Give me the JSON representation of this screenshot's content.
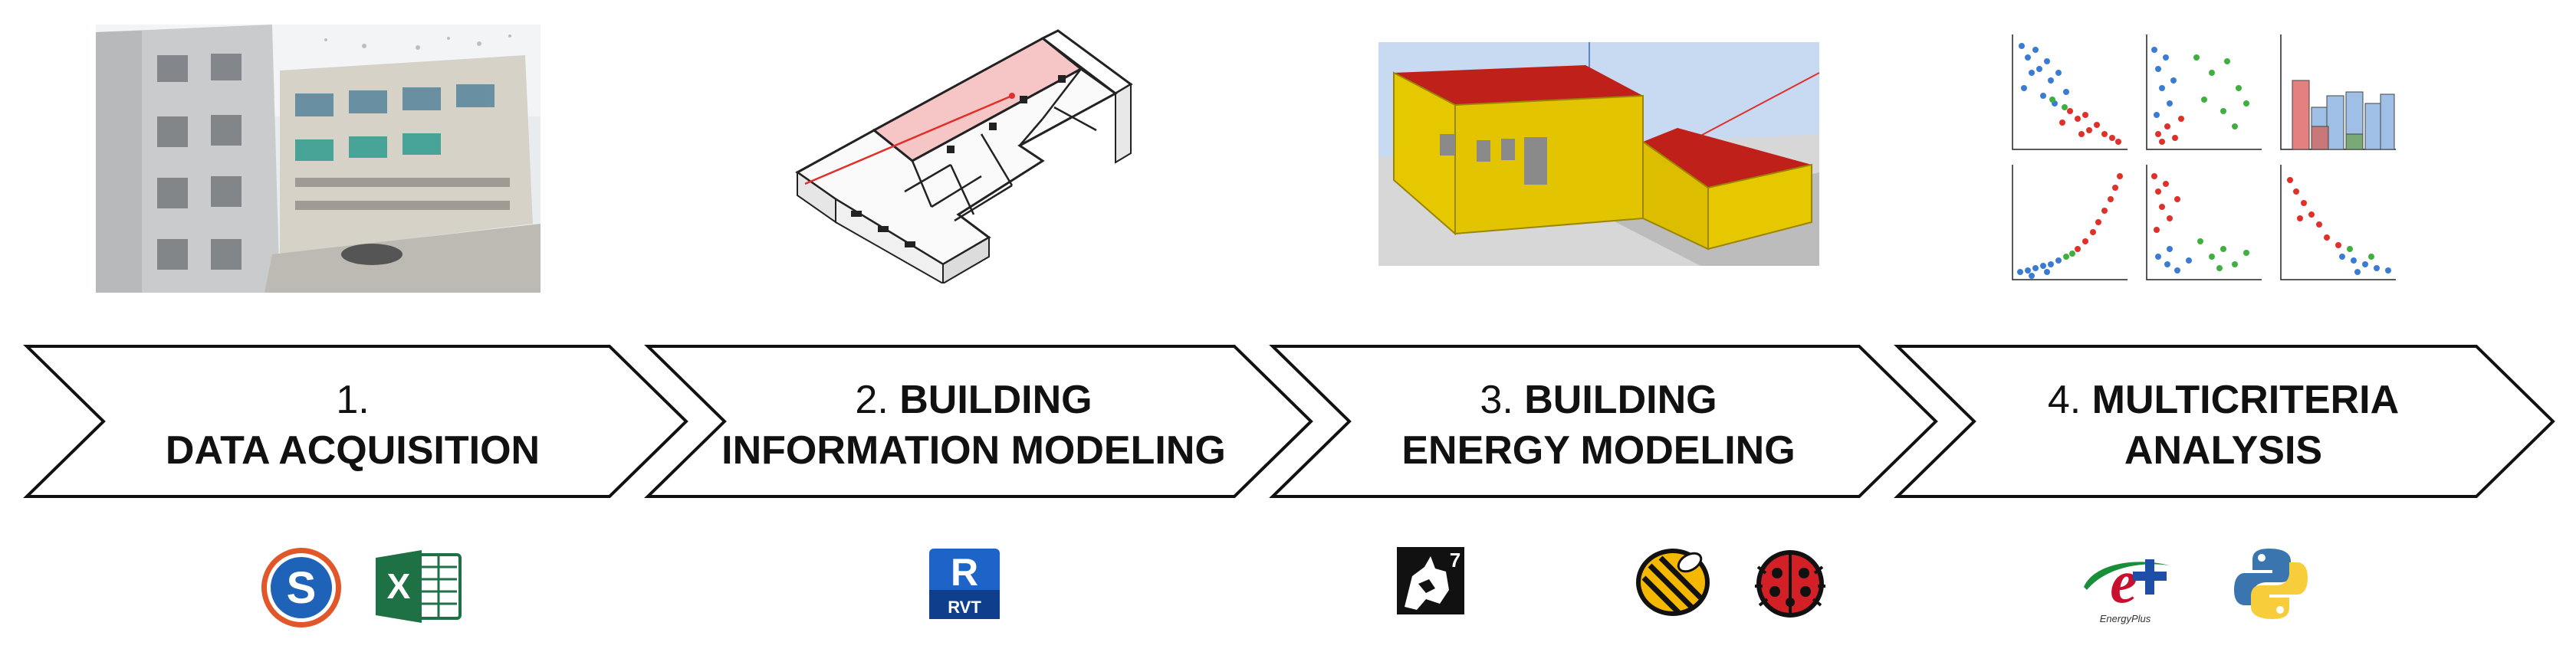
{
  "steps": [
    {
      "number": "1.",
      "line1_bold": "",
      "line2": "DATA ACQUISITION"
    },
    {
      "number": "2.",
      "line1_bold": "BUILDING",
      "line2": "INFORMATION MODELING"
    },
    {
      "number": "3.",
      "line1_bold": "BUILDING",
      "line2": "ENERGY MODELING"
    },
    {
      "number": "4.",
      "line1_bold": "MULTICRITERIA",
      "line2": "ANALYSIS"
    }
  ],
  "icons": {
    "scan_letter": "S",
    "excel_letter": "X",
    "revit_letter": "R",
    "revit_caption": "RVT",
    "rhino_version": "7",
    "energyplus_letter": "e",
    "energyplus_caption": "EnergyPlus"
  },
  "colors": {
    "chevron_stroke": "#111111",
    "building_yellow": "#e6c800",
    "roof_red": "#c0201a",
    "scatter_blue": "#3a7bd5",
    "scatter_red": "#e0302a",
    "scatter_green": "#3fb03f",
    "excel_green": "#1e7145",
    "revit_blue": "#1d63c8"
  }
}
